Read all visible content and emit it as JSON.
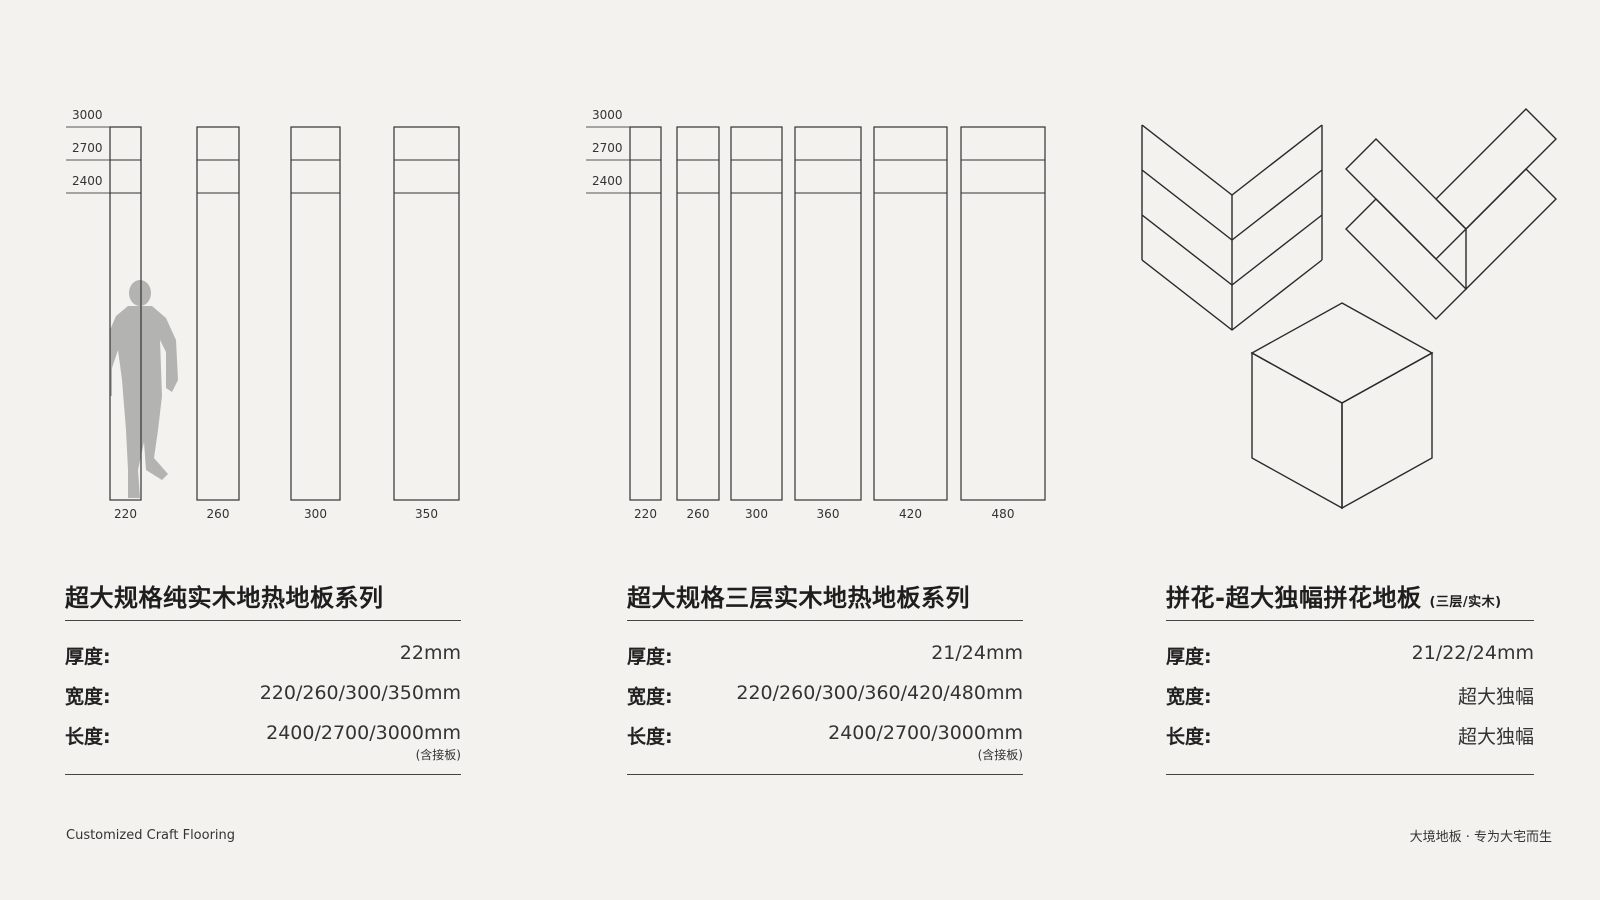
{
  "diagram_left": {
    "lengths": [
      "3000",
      "2700",
      "2400"
    ],
    "widths": [
      "220",
      "260",
      "300",
      "350"
    ]
  },
  "diagram_mid": {
    "lengths": [
      "3000",
      "2700",
      "2400"
    ],
    "widths": [
      "220",
      "260",
      "300",
      "360",
      "420",
      "480"
    ]
  },
  "series": [
    {
      "title": "超大规格纯实木地热地板系列",
      "title_note": "",
      "rows": [
        {
          "label": "厚度:",
          "value": "22mm",
          "note": ""
        },
        {
          "label": "宽度:",
          "value": "220/260/300/350mm",
          "note": ""
        },
        {
          "label": "长度:",
          "value": "2400/2700/3000mm",
          "note": "(含接板)"
        }
      ]
    },
    {
      "title": "超大规格三层实木地热地板系列",
      "title_note": "",
      "rows": [
        {
          "label": "厚度:",
          "value": "21/24mm",
          "note": ""
        },
        {
          "label": "宽度:",
          "value": "220/260/300/360/420/480mm",
          "note": ""
        },
        {
          "label": "长度:",
          "value": "2400/2700/3000mm",
          "note": "(含接板)"
        }
      ]
    },
    {
      "title": "拼花-超大独幅拼花地板",
      "title_note": "(三层/实木)",
      "rows": [
        {
          "label": "厚度:",
          "value": "21/22/24mm",
          "note": ""
        },
        {
          "label": "宽度:",
          "value": "超大独幅",
          "note": ""
        },
        {
          "label": "长度:",
          "value": "超大独幅",
          "note": ""
        }
      ]
    }
  ],
  "footer": {
    "left": "Customized Craft Flooring",
    "right": "大境地板 · 专为大宅而生"
  }
}
